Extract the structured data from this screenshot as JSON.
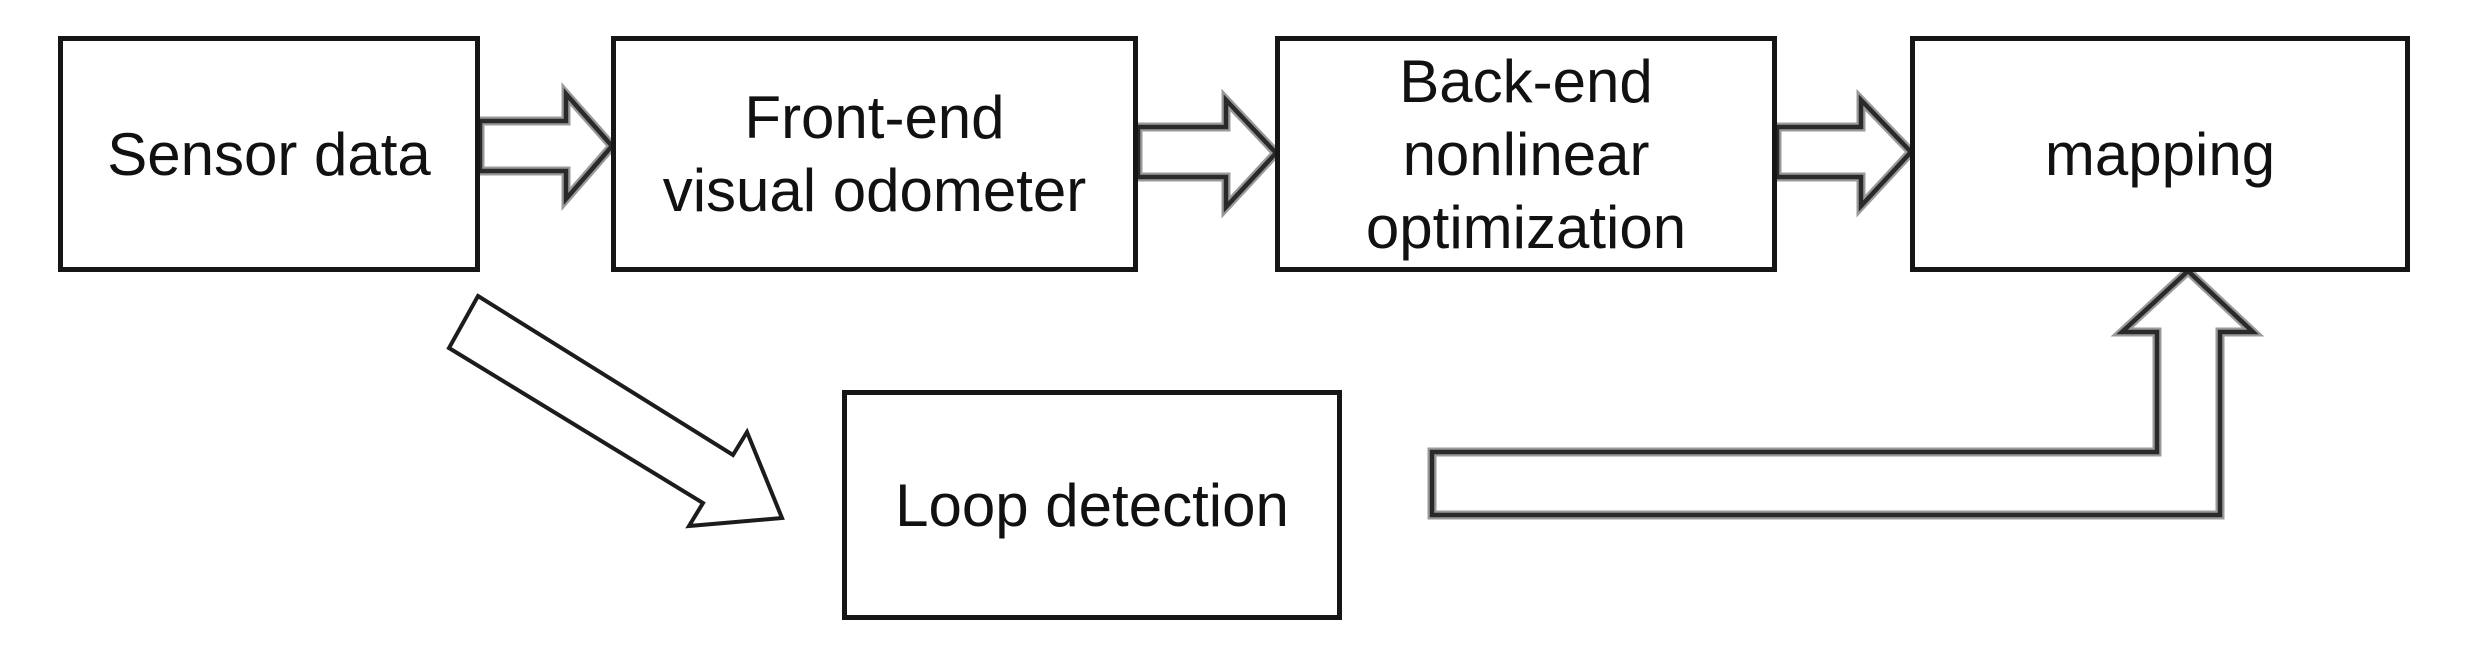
{
  "boxes": {
    "sensor": {
      "label": "Sensor data"
    },
    "frontend": {
      "lines": [
        "Front-end",
        "visual odometer"
      ]
    },
    "backend": {
      "lines": [
        "Back-end",
        "nonlinear",
        "optimization"
      ]
    },
    "mapping": {
      "label": "mapping"
    },
    "loop": {
      "label": "Loop detection"
    }
  },
  "arrows": [
    {
      "name": "sensor-to-frontend",
      "type": "block-arrow-right"
    },
    {
      "name": "frontend-to-backend",
      "type": "block-arrow-right"
    },
    {
      "name": "backend-to-mapping",
      "type": "block-arrow-right"
    },
    {
      "name": "sensor-to-loop",
      "type": "block-arrow-diagonal-down-right"
    },
    {
      "name": "loop-to-mapping",
      "type": "block-arrow-elbow-up"
    }
  ],
  "colors": {
    "background": "#ffffff",
    "box_border": "#161616",
    "box_fill": "#ffffff",
    "text": "#111111",
    "arrow_fill": "#ffffff",
    "arrow_stroke": "#2a2a2a",
    "arrow_halo": "#9a9a9a",
    "diagonal_arrow_stroke": "#1c1c1c"
  }
}
